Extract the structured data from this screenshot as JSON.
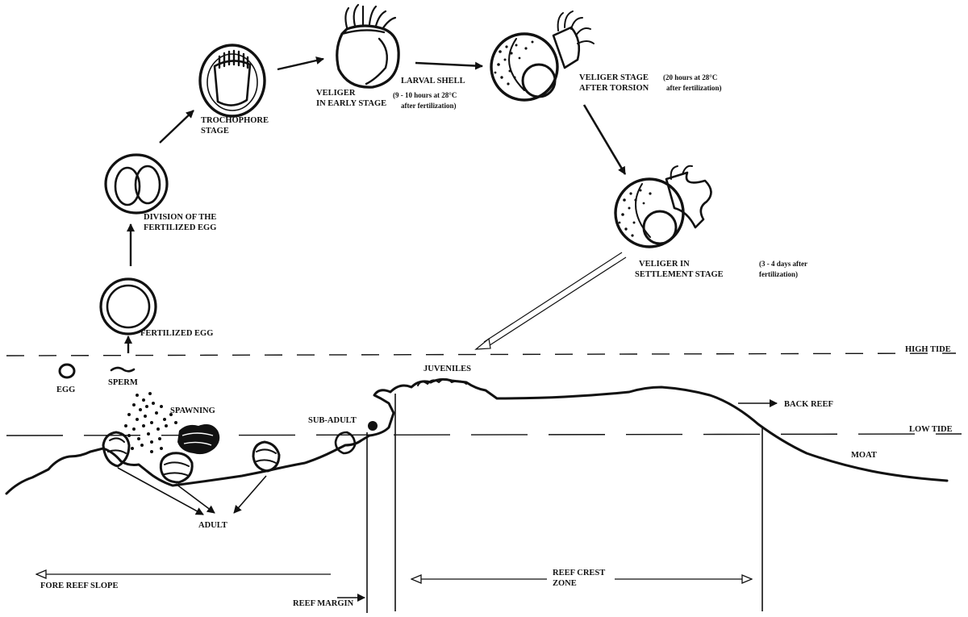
{
  "stages": {
    "fertilized_egg": "FERTILIZED EGG",
    "division_line1": "DIVISION OF THE",
    "division_line2": "FERTILIZED EGG",
    "trochophore_line1": "TROCHOPHORE",
    "trochophore_line2": "STAGE",
    "veliger_early_line1": "VELIGER",
    "veliger_early_line2": "IN EARLY STAGE",
    "larval_shell": "LARVAL SHELL",
    "early_time_line1": "(9 - 10 hours at 28°C",
    "early_time_line2": "after fertilization)",
    "torsion_line1": "VELIGER STAGE",
    "torsion_line2": "AFTER TORSION",
    "torsion_time_line1": "(20 hours at 28°C",
    "torsion_time_line2": "after fertilization)",
    "settlement_line1": "VELIGER IN",
    "settlement_line2": "SETTLEMENT STAGE",
    "settlement_time_line1": "(3 - 4 days after",
    "settlement_time_line2": "fertilization)"
  },
  "reef": {
    "high_tide": "HIGH TIDE",
    "low_tide": "LOW TIDE",
    "egg": "EGG",
    "sperm": "SPERM",
    "spawning": "SPAWNING",
    "adult": "ADULT",
    "sub_adult": "SUB-ADULT",
    "juveniles": "JUVENILES",
    "back_reef": "BACK REEF",
    "moat": "MOAT",
    "fore_reef_slope": "FORE REEF SLOPE",
    "reef_margin": "REEF MARGIN",
    "reef_crest_line1": "REEF CREST",
    "reef_crest_line2": "ZONE"
  },
  "colors": {
    "ink": "#111111",
    "background": "#ffffff"
  }
}
